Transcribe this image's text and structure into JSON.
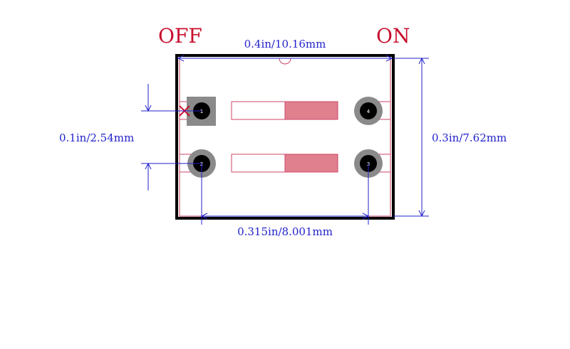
{
  "labels": {
    "off": "OFF",
    "on": "ON"
  },
  "dimensions": {
    "width": "0.4in/10.16mm",
    "height": "0.3in/7.62mm",
    "pitch": "0.1in/2.54mm",
    "row_spacing": "0.315in/8.001mm"
  },
  "pins": [
    {
      "number": "1",
      "shape": "square"
    },
    {
      "number": "2",
      "shape": "round"
    },
    {
      "number": "3",
      "shape": "round"
    },
    {
      "number": "4",
      "shape": "round"
    }
  ],
  "colors": {
    "outline": "#000000",
    "label": "#c8102e",
    "dimension": "#2222cc",
    "silk": "#cc4466",
    "slider_fill": "#e0808f",
    "pad": "#8a8a8a",
    "drill": "#000000"
  }
}
